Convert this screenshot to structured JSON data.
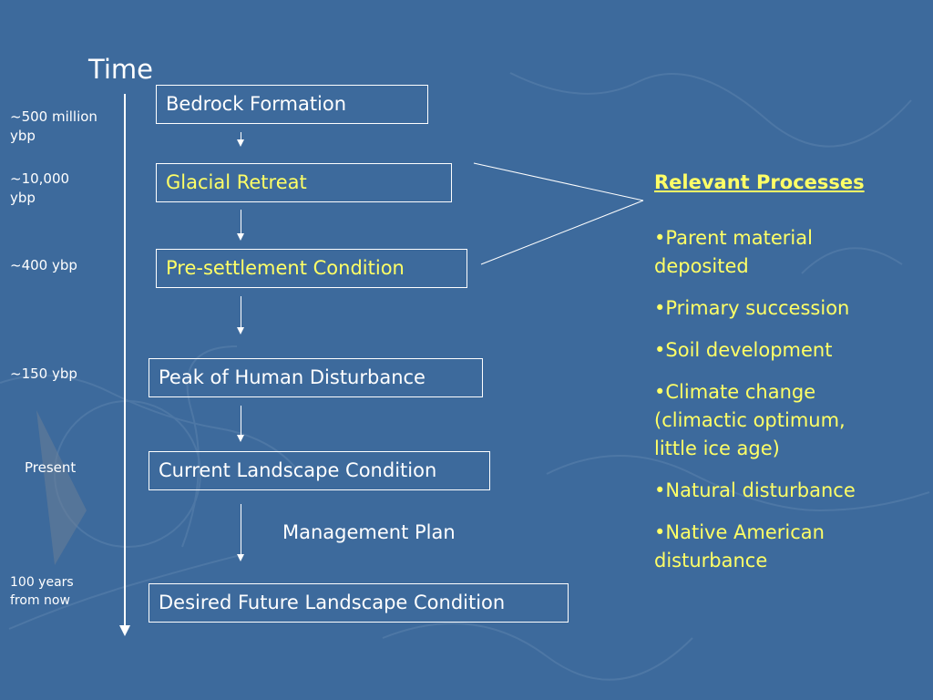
{
  "timeline": {
    "title": "Time",
    "labels": [
      {
        "line1": "~500 million",
        "line2": "ybp"
      },
      {
        "line1": "~10,000",
        "line2": "ybp"
      },
      {
        "line1": "~400 ybp"
      },
      {
        "line1": "~150 ybp"
      },
      {
        "line1": "Present"
      },
      {
        "line1": "100 years",
        "line2": "from now"
      }
    ]
  },
  "boxes": [
    "Bedrock Formation",
    "Glacial Retreat",
    "Pre-settlement Condition",
    "Peak of Human Disturbance",
    "Current Landscape Condition",
    "Desired Future Landscape Condition"
  ],
  "management_plan": "Management Plan",
  "processes": {
    "title": "Relevant Processes",
    "items": [
      "•Parent material deposited",
      "•Primary succession",
      "•Soil development",
      "•Climate change (climactic optimum, little ice age)",
      "•Natural disturbance",
      "•Native American disturbance"
    ]
  },
  "colors": {
    "background": "#3d6a9c",
    "highlight": "#ffff66",
    "text": "#ffffff"
  }
}
